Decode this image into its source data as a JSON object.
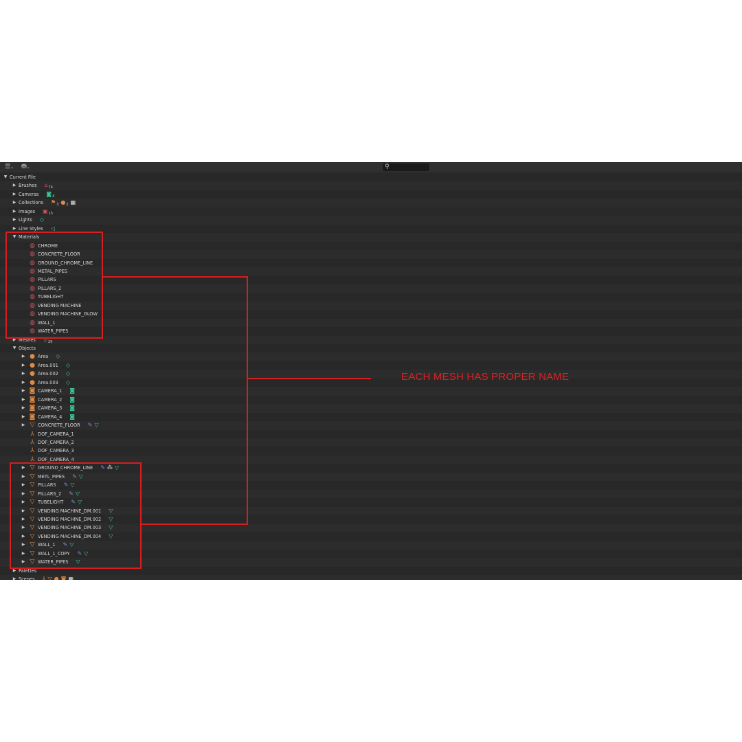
{
  "header": {
    "display_mode_icon": "list-icon",
    "filter_icon": "filter-icon",
    "search_placeholder": ""
  },
  "rows": [
    {
      "label": "Current File",
      "indent": 0,
      "arrow": "down",
      "icon": "",
      "extras": []
    },
    {
      "label": "Brushes",
      "indent": 1,
      "arrow": "right",
      "icon": "",
      "extras": [
        {
          "icon": "brush-icon",
          "glyph": "⌂",
          "color": "mat",
          "count": "74"
        }
      ]
    },
    {
      "label": "Cameras",
      "indent": 1,
      "arrow": "right",
      "icon": "",
      "extras": [
        {
          "icon": "camera-data-icon",
          "glyph": "◙",
          "color": "green",
          "count": "4"
        }
      ]
    },
    {
      "label": "Collections",
      "indent": 1,
      "arrow": "right",
      "icon": "",
      "extras": [
        {
          "icon": "collection-icon",
          "glyph": "⚑",
          "color": "obj-mesh",
          "count": "3"
        },
        {
          "icon": "collection-icon",
          "glyph": "●",
          "color": "obj-mesh",
          "count": "2"
        },
        {
          "icon": "scene-icon",
          "glyph": "▦",
          "color": "white",
          "count": ""
        }
      ]
    },
    {
      "label": "Images",
      "indent": 1,
      "arrow": "right",
      "icon": "",
      "extras": [
        {
          "icon": "image-icon",
          "glyph": "▣",
          "color": "mat",
          "count": "15"
        }
      ]
    },
    {
      "label": "Lights",
      "indent": 1,
      "arrow": "right",
      "icon": "",
      "extras": [
        {
          "icon": "light-data-icon",
          "glyph": "◇",
          "color": "green",
          "count": ""
        }
      ]
    },
    {
      "label": "Line Styles",
      "indent": 1,
      "arrow": "right",
      "icon": "",
      "extras": [
        {
          "icon": "linestyle-icon",
          "glyph": "◁",
          "color": "green",
          "count": ""
        }
      ]
    },
    {
      "label": "Materials",
      "indent": 1,
      "arrow": "down",
      "icon": "",
      "extras": []
    },
    {
      "label": "CHROME",
      "indent": 2,
      "arrow": "",
      "icon": "material",
      "extras": []
    },
    {
      "label": "CONCRETE_FLOOR",
      "indent": 2,
      "arrow": "",
      "icon": "material",
      "extras": []
    },
    {
      "label": "GROUND_CHROME_LINE",
      "indent": 2,
      "arrow": "",
      "icon": "material",
      "extras": []
    },
    {
      "label": "METAL_PIPES",
      "indent": 2,
      "arrow": "",
      "icon": "material",
      "extras": []
    },
    {
      "label": "PILLARS",
      "indent": 2,
      "arrow": "",
      "icon": "material",
      "extras": []
    },
    {
      "label": "PILLARS_2",
      "indent": 2,
      "arrow": "",
      "icon": "material",
      "extras": []
    },
    {
      "label": "TUBELIGHT",
      "indent": 2,
      "arrow": "",
      "icon": "material",
      "extras": []
    },
    {
      "label": "VENDING MACHINE",
      "indent": 2,
      "arrow": "",
      "icon": "material",
      "extras": []
    },
    {
      "label": "VENDING MACHINE_GLOW",
      "indent": 2,
      "arrow": "",
      "icon": "material",
      "extras": []
    },
    {
      "label": "WALL_1",
      "indent": 2,
      "arrow": "",
      "icon": "material",
      "extras": []
    },
    {
      "label": "WATER_PIPES",
      "indent": 2,
      "arrow": "",
      "icon": "material",
      "extras": []
    },
    {
      "label": "Meshes",
      "indent": 1,
      "arrow": "right",
      "icon": "",
      "extras": [
        {
          "icon": "mesh-data-icon",
          "glyph": "▽",
          "color": "green",
          "count": "29"
        }
      ]
    },
    {
      "label": "Objects",
      "indent": 1,
      "arrow": "down",
      "icon": "",
      "extras": []
    },
    {
      "label": "Area",
      "indent": 2,
      "arrow": "right",
      "icon": "light",
      "extras": [
        {
          "icon": "light-data-icon",
          "glyph": "◇",
          "color": "green",
          "count": ""
        }
      ]
    },
    {
      "label": "Area.001",
      "indent": 2,
      "arrow": "right",
      "icon": "light",
      "extras": [
        {
          "icon": "light-data-icon",
          "glyph": "◇",
          "color": "green",
          "count": ""
        }
      ]
    },
    {
      "label": "Area.002",
      "indent": 2,
      "arrow": "right",
      "icon": "light",
      "extras": [
        {
          "icon": "light-data-icon",
          "glyph": "◇",
          "color": "green",
          "count": ""
        }
      ]
    },
    {
      "label": "Area.003",
      "indent": 2,
      "arrow": "right",
      "icon": "light",
      "extras": [
        {
          "icon": "light-data-icon",
          "glyph": "◇",
          "color": "green",
          "count": ""
        }
      ]
    },
    {
      "label": "CAMERA_1",
      "indent": 2,
      "arrow": "right",
      "icon": "camera",
      "extras": [
        {
          "icon": "camera-data-icon",
          "glyph": "◙",
          "color": "green",
          "count": ""
        }
      ]
    },
    {
      "label": "CAMERA_2",
      "indent": 2,
      "arrow": "right",
      "icon": "camera",
      "extras": [
        {
          "icon": "camera-data-icon",
          "glyph": "◙",
          "color": "green",
          "count": ""
        }
      ]
    },
    {
      "label": "CAMERA_3",
      "indent": 2,
      "arrow": "right",
      "icon": "camera",
      "extras": [
        {
          "icon": "camera-data-icon",
          "glyph": "◙",
          "color": "green",
          "count": ""
        }
      ]
    },
    {
      "label": "CAMERA_4",
      "indent": 2,
      "arrow": "right",
      "icon": "camera",
      "extras": [
        {
          "icon": "camera-data-icon",
          "glyph": "◙",
          "color": "green",
          "count": ""
        }
      ]
    },
    {
      "label": "CONCRETE_FLOOR",
      "indent": 2,
      "arrow": "right",
      "icon": "mesh",
      "extras": [
        {
          "icon": "modifier-wrench-icon",
          "glyph": "✎",
          "color": "blue",
          "count": ""
        },
        {
          "icon": "mesh-data-icon",
          "glyph": "▽",
          "color": "green",
          "count": ""
        }
      ]
    },
    {
      "label": "DOF_CAMERA_1",
      "indent": 2,
      "arrow": "",
      "icon": "empty",
      "extras": []
    },
    {
      "label": "DOF_CAMERA_2",
      "indent": 2,
      "arrow": "",
      "icon": "empty",
      "extras": []
    },
    {
      "label": "DOF_CAMERA_3",
      "indent": 2,
      "arrow": "",
      "icon": "empty",
      "extras": []
    },
    {
      "label": "DOF_CAMERA_4",
      "indent": 2,
      "arrow": "",
      "icon": "empty",
      "extras": []
    },
    {
      "label": "GROUND_CHROME_LINE",
      "indent": 2,
      "arrow": "right",
      "icon": "mesh",
      "extras": [
        {
          "icon": "modifier-wrench-icon",
          "glyph": "✎",
          "color": "blue",
          "count": ""
        },
        {
          "icon": "particle-icon",
          "glyph": "⁂",
          "color": "white",
          "count": ""
        },
        {
          "icon": "mesh-data-icon",
          "glyph": "▽",
          "color": "green",
          "count": ""
        }
      ]
    },
    {
      "label": "METL_PIPES",
      "indent": 2,
      "arrow": "right",
      "icon": "mesh",
      "extras": [
        {
          "icon": "modifier-wrench-icon",
          "glyph": "✎",
          "color": "blue",
          "count": ""
        },
        {
          "icon": "mesh-data-icon",
          "glyph": "▽",
          "color": "green",
          "count": ""
        }
      ]
    },
    {
      "label": "PILLARS",
      "indent": 2,
      "arrow": "right",
      "icon": "mesh",
      "extras": [
        {
          "icon": "modifier-wrench-icon",
          "glyph": "✎",
          "color": "blue",
          "count": ""
        },
        {
          "icon": "mesh-data-icon",
          "glyph": "▽",
          "color": "green",
          "count": ""
        }
      ]
    },
    {
      "label": "PILLARS_2",
      "indent": 2,
      "arrow": "right",
      "icon": "mesh",
      "extras": [
        {
          "icon": "modifier-wrench-icon",
          "glyph": "✎",
          "color": "blue",
          "count": ""
        },
        {
          "icon": "mesh-data-icon",
          "glyph": "▽",
          "color": "green",
          "count": ""
        }
      ]
    },
    {
      "label": "TUBELIGHT",
      "indent": 2,
      "arrow": "right",
      "icon": "mesh",
      "extras": [
        {
          "icon": "modifier-wrench-icon",
          "glyph": "✎",
          "color": "blue",
          "count": ""
        },
        {
          "icon": "mesh-data-icon",
          "glyph": "▽",
          "color": "green",
          "count": ""
        }
      ]
    },
    {
      "label": "VENDING MACHINE_DM.001",
      "indent": 2,
      "arrow": "right",
      "icon": "mesh",
      "extras": [
        {
          "icon": "mesh-data-icon",
          "glyph": "▽",
          "color": "green",
          "count": ""
        }
      ]
    },
    {
      "label": "VENDING MACHINE_DM.002",
      "indent": 2,
      "arrow": "right",
      "icon": "mesh",
      "extras": [
        {
          "icon": "mesh-data-icon",
          "glyph": "▽",
          "color": "green",
          "count": ""
        }
      ]
    },
    {
      "label": "VENDING MACHINE_DM.003",
      "indent": 2,
      "arrow": "right",
      "icon": "mesh",
      "extras": [
        {
          "icon": "mesh-data-icon",
          "glyph": "▽",
          "color": "green",
          "count": ""
        }
      ]
    },
    {
      "label": "VENDING MACHINE_DM.004",
      "indent": 2,
      "arrow": "right",
      "icon": "mesh",
      "extras": [
        {
          "icon": "mesh-data-icon",
          "glyph": "▽",
          "color": "green",
          "count": ""
        }
      ]
    },
    {
      "label": "WALL_1",
      "indent": 2,
      "arrow": "right",
      "icon": "mesh",
      "extras": [
        {
          "icon": "modifier-wrench-icon",
          "glyph": "✎",
          "color": "blue",
          "count": ""
        },
        {
          "icon": "mesh-data-icon",
          "glyph": "▽",
          "color": "green",
          "count": ""
        }
      ]
    },
    {
      "label": "WALL_1_COPY",
      "indent": 2,
      "arrow": "right",
      "icon": "mesh",
      "extras": [
        {
          "icon": "modifier-wrench-icon",
          "glyph": "✎",
          "color": "blue",
          "count": ""
        },
        {
          "icon": "mesh-data-icon",
          "glyph": "▽",
          "color": "green",
          "count": ""
        }
      ]
    },
    {
      "label": "WATER_PIPES",
      "indent": 2,
      "arrow": "right",
      "icon": "mesh",
      "extras": [
        {
          "icon": "mesh-data-icon",
          "glyph": "▽",
          "color": "green",
          "count": ""
        }
      ]
    },
    {
      "label": "Palettes",
      "indent": 1,
      "arrow": "right",
      "icon": "",
      "extras": []
    },
    {
      "label": "Scenes",
      "indent": 1,
      "arrow": "right",
      "icon": "",
      "extras": [
        {
          "icon": "empty-icon",
          "glyph": "⅄",
          "color": "obj-mesh",
          "count": ""
        },
        {
          "icon": "mesh-icon",
          "glyph": "▽",
          "color": "obj-mesh",
          "count": ""
        },
        {
          "icon": "light-icon",
          "glyph": "●",
          "color": "obj-mesh",
          "count": ""
        },
        {
          "icon": "camera-icon",
          "glyph": "◙",
          "color": "obj-mesh",
          "count": ""
        },
        {
          "icon": "scene-icon",
          "glyph": "▦",
          "color": "white",
          "count": ""
        }
      ]
    }
  ],
  "annotation": {
    "text": "EACH MESH HAS PROPER NAME",
    "color": "#e02020"
  },
  "colors": {
    "panel_bg": "#282828",
    "row_alt": "#2c2c2c",
    "highlight_red": "#d81e1e",
    "material": "#c9545e",
    "object": "#e08a43",
    "data": "#3ec79b"
  }
}
